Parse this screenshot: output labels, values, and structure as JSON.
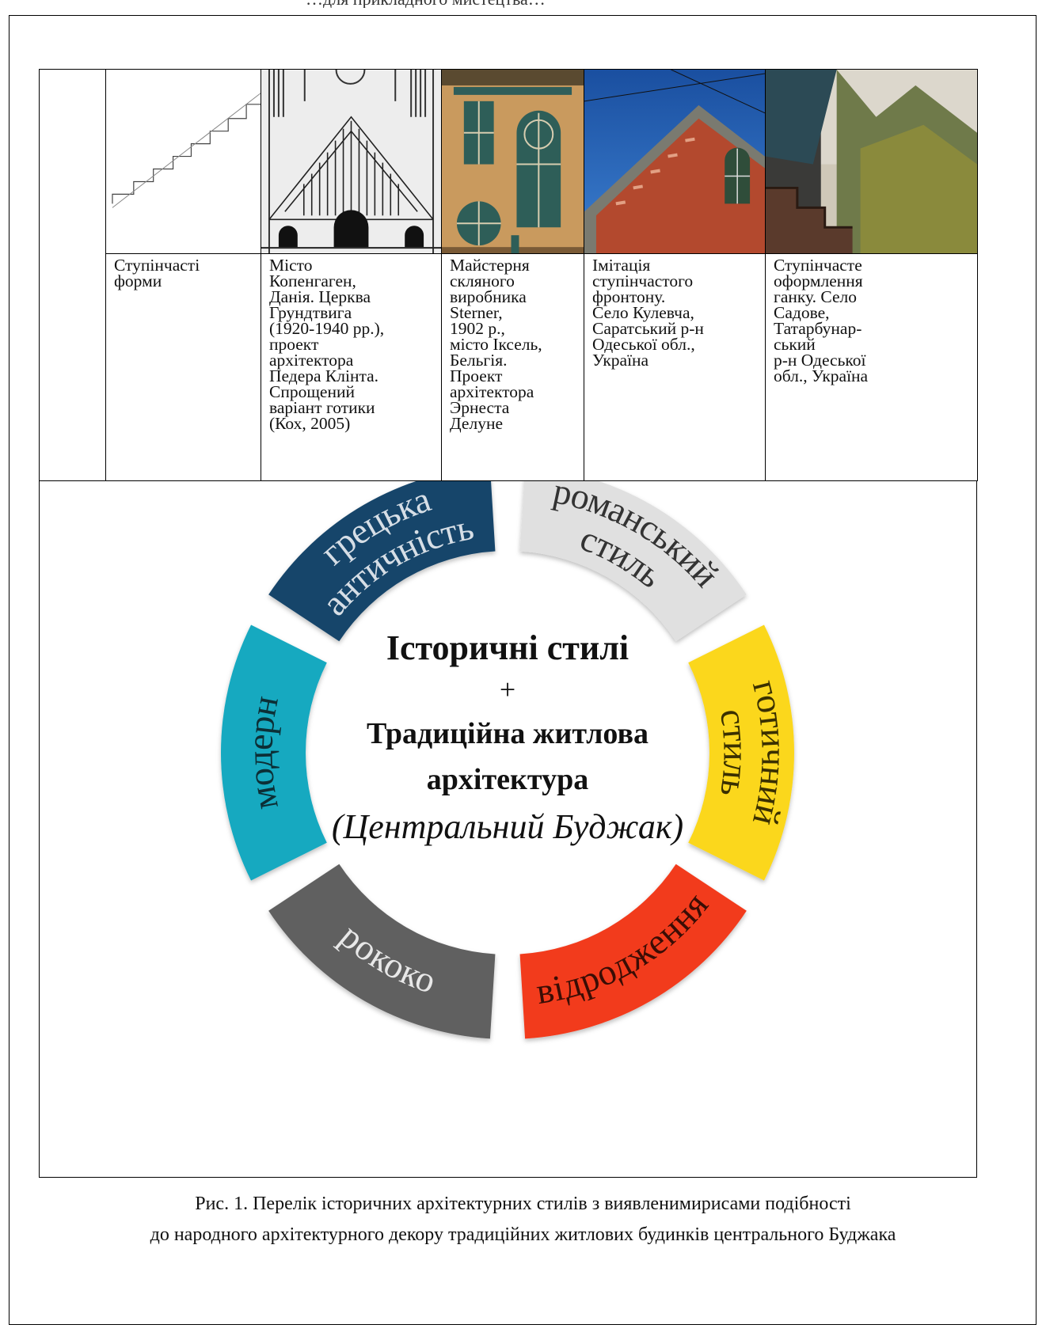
{
  "header": {
    "cut_text": "…для прикладного мистецтва…"
  },
  "table": {
    "first_col_label": "",
    "rows": [
      {
        "images": [
          {
            "name": "stepped-form-drawing"
          },
          {
            "name": "grundtvig-church-drawing"
          },
          {
            "name": "sterner-workshop-photo"
          },
          {
            "name": "kulevcha-gable-photo"
          },
          {
            "name": "sadove-porch-photo"
          }
        ],
        "captions": [
          "Ступінчасті форми",
          "Місто Копенгаген, Данія. Церква Грундтвига (1920-1940 рр.), проект архітектора Педера Клінта. Спрощений варіант готики (Кох, 2005)",
          "Майстерня скляного виробника Sterner, 1902 р., місто Іксель, Бельгія. Проект архітектора Эрнеста Делуне",
          "Імітація ступінчастого фронтону. Село Кулевча, Саратський р-н Одеської обл., Україна",
          "Ступінчасте оформлення ганку. Село Садове, Татарбунар-ський р-н Одеської обл., Україна"
        ],
        "caption_lines": [
          [
            "Ступінчасті",
            "форми"
          ],
          [
            "Місто",
            "Копенгаген,",
            "Данія. Церква",
            "Грундтвига",
            "(1920-1940 рр.),",
            "проект",
            "архітектора",
            "Педера Клінта.",
            "Спрощений",
            "варіант готики",
            "(Кох, 2005)"
          ],
          [
            "Майстерня",
            "скляного",
            "виробника",
            "Sterner,",
            "1902 р.,",
            "місто Іксель,",
            "Бельгія.",
            "Проект",
            "архітектора",
            "Эрнеста",
            "Делуне"
          ],
          [
            "Імітація",
            "ступінчастого",
            "фронтону.",
            "Село Кулевча,",
            "Саратський р-н",
            "Одеської обл.,",
            "Україна"
          ],
          [
            "Ступінчасте",
            "оформлення",
            "ганку. Село",
            "Садове,",
            "Татарбунар-",
            "ський",
            "р-н Одеської",
            "обл., Україна"
          ]
        ]
      }
    ]
  },
  "diagram": {
    "center": {
      "title": "Історичні стилі",
      "plus": "+",
      "line2": "Традиційна житлова",
      "line3": "архітектура",
      "italic": "(Центральний Буджак)"
    },
    "segments": [
      {
        "lines": [
          "грецька",
          "античність"
        ],
        "color": "#17456a",
        "text_color": "#d6dee6"
      },
      {
        "lines": [
          "романський",
          "стиль"
        ],
        "color": "#e0e0e0",
        "text_color": "#333333"
      },
      {
        "lines": [
          "готичний",
          "стиль"
        ],
        "color": "#fbd71c",
        "text_color": "#3a3000"
      },
      {
        "lines": [
          "відродження"
        ],
        "color": "#f23b1c",
        "text_color": "#3a0d05"
      },
      {
        "lines": [
          "рококо"
        ],
        "color": "#616161",
        "text_color": "#e8e8e8"
      },
      {
        "lines": [
          "модерн"
        ],
        "color": "#13a9c0",
        "text_color": "#0c2f36"
      }
    ]
  },
  "figure_caption": {
    "line1": "Рис. 1. Перелік  історичних архітектурних стилів з виявленимирисами подібності",
    "line2": "до народного архітектурного декору традиційних житлових будинків центрального Буджака"
  }
}
